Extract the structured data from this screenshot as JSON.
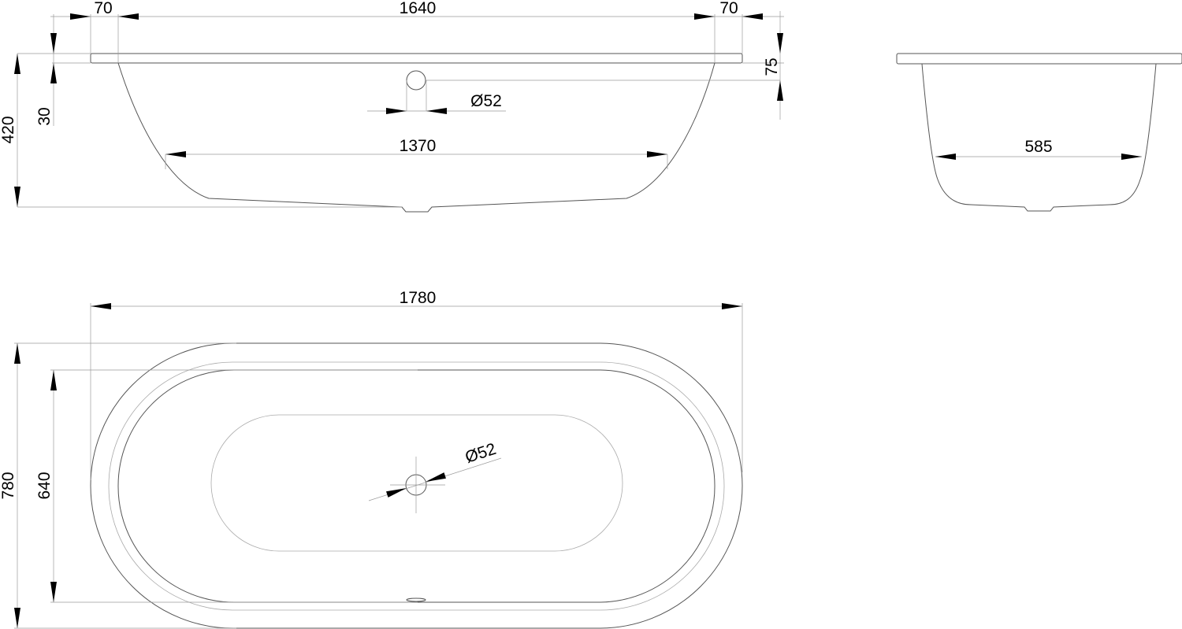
{
  "drawing": {
    "side_view": {
      "rim_overhang_left": "70",
      "inner_length_top": "1640",
      "rim_overhang_right": "70",
      "overflow_height": "75",
      "rim_thickness": "30",
      "total_height": "420",
      "overflow_diameter": "Ø52",
      "bottom_length": "1370"
    },
    "end_view": {
      "bottom_width": "585"
    },
    "top_view": {
      "total_length": "1780",
      "total_width": "780",
      "inner_width": "640",
      "drain_diameter": "Ø52"
    }
  }
}
